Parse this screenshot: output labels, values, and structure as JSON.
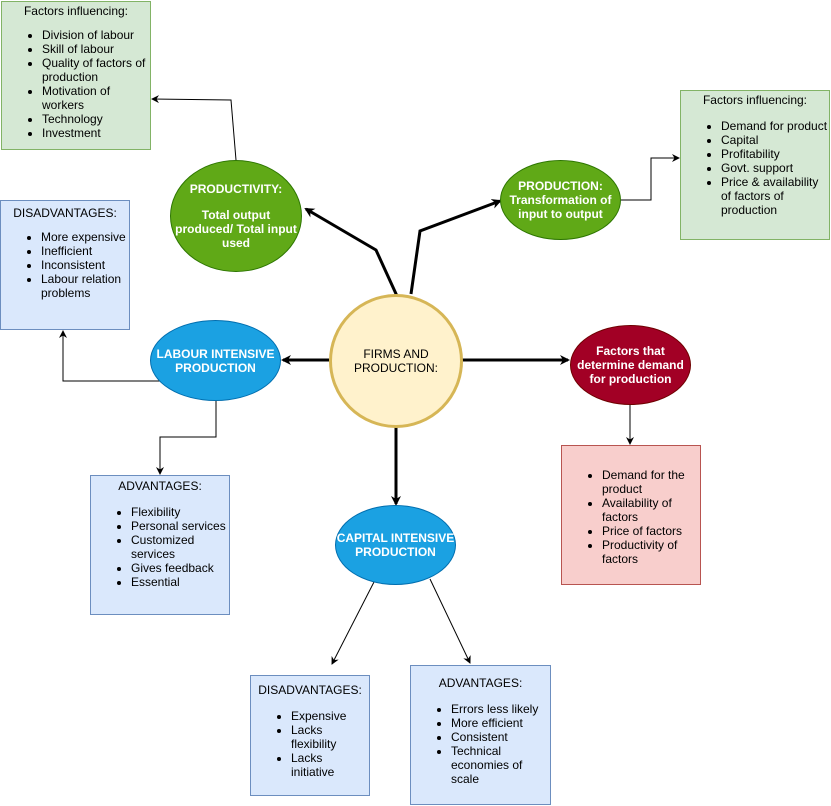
{
  "center": {
    "line1": "FIRMS AND",
    "line2": "PRODUCTION:"
  },
  "productivity": {
    "title": "PRODUCTIVITY:",
    "text1": "Total output",
    "text2": "produced/ Total input",
    "text3": "used"
  },
  "productivity_factors": {
    "heading": "Factors influencing:",
    "items": [
      "Division of labour",
      "Skill of labour",
      "Quality of factors of production",
      "Motivation of workers",
      "Technology",
      "Investment"
    ]
  },
  "production": {
    "title": "PRODUCTION:",
    "text1": "Transformation of",
    "text2": "input to output"
  },
  "production_factors": {
    "heading": "Factors influencing:",
    "items": [
      "Demand for product",
      "Capital",
      "Profitability",
      "Govt. support",
      "Price & availability of factors of production"
    ]
  },
  "labour": {
    "line1": "LABOUR INTENSIVE",
    "line2": "PRODUCTION"
  },
  "labour_disadvantages": {
    "heading": "DISADVANTAGES:",
    "items": [
      "More expensive",
      "Inefficient",
      "Inconsistent",
      "Labour relation problems"
    ]
  },
  "labour_advantages": {
    "heading": "ADVANTAGES:",
    "items": [
      "Flexibility",
      "Personal services",
      "Customized services",
      "Gives feedback",
      "Essential"
    ]
  },
  "capital": {
    "line1": "CAPITAL INTENSIVE",
    "line2": "PRODUCTION"
  },
  "capital_disadvantages": {
    "heading": "DISADVANTAGES:",
    "items": [
      "Expensive",
      "Lacks flexibility",
      "Lacks initiative"
    ]
  },
  "capital_advantages": {
    "heading": "ADVANTAGES:",
    "items": [
      "Errors less likely",
      "More efficient",
      "Consistent",
      "Technical economies of scale"
    ]
  },
  "demand": {
    "line1": "Factors that",
    "line2": "determine demand",
    "line3": "for production"
  },
  "demand_factors": {
    "items": [
      "Demand for the product",
      "Availability of factors",
      "Price of factors",
      "Productivity of factors"
    ]
  },
  "colors": {
    "green_fill": "#60a917",
    "blue_fill": "#1ba1e2",
    "dark_red_fill": "#a20025",
    "center_fill": "#fff2cc",
    "center_border": "#d6b656",
    "green_box": "#d5e8d4",
    "blue_box": "#dae8fc",
    "red_box": "#f8cecc"
  }
}
